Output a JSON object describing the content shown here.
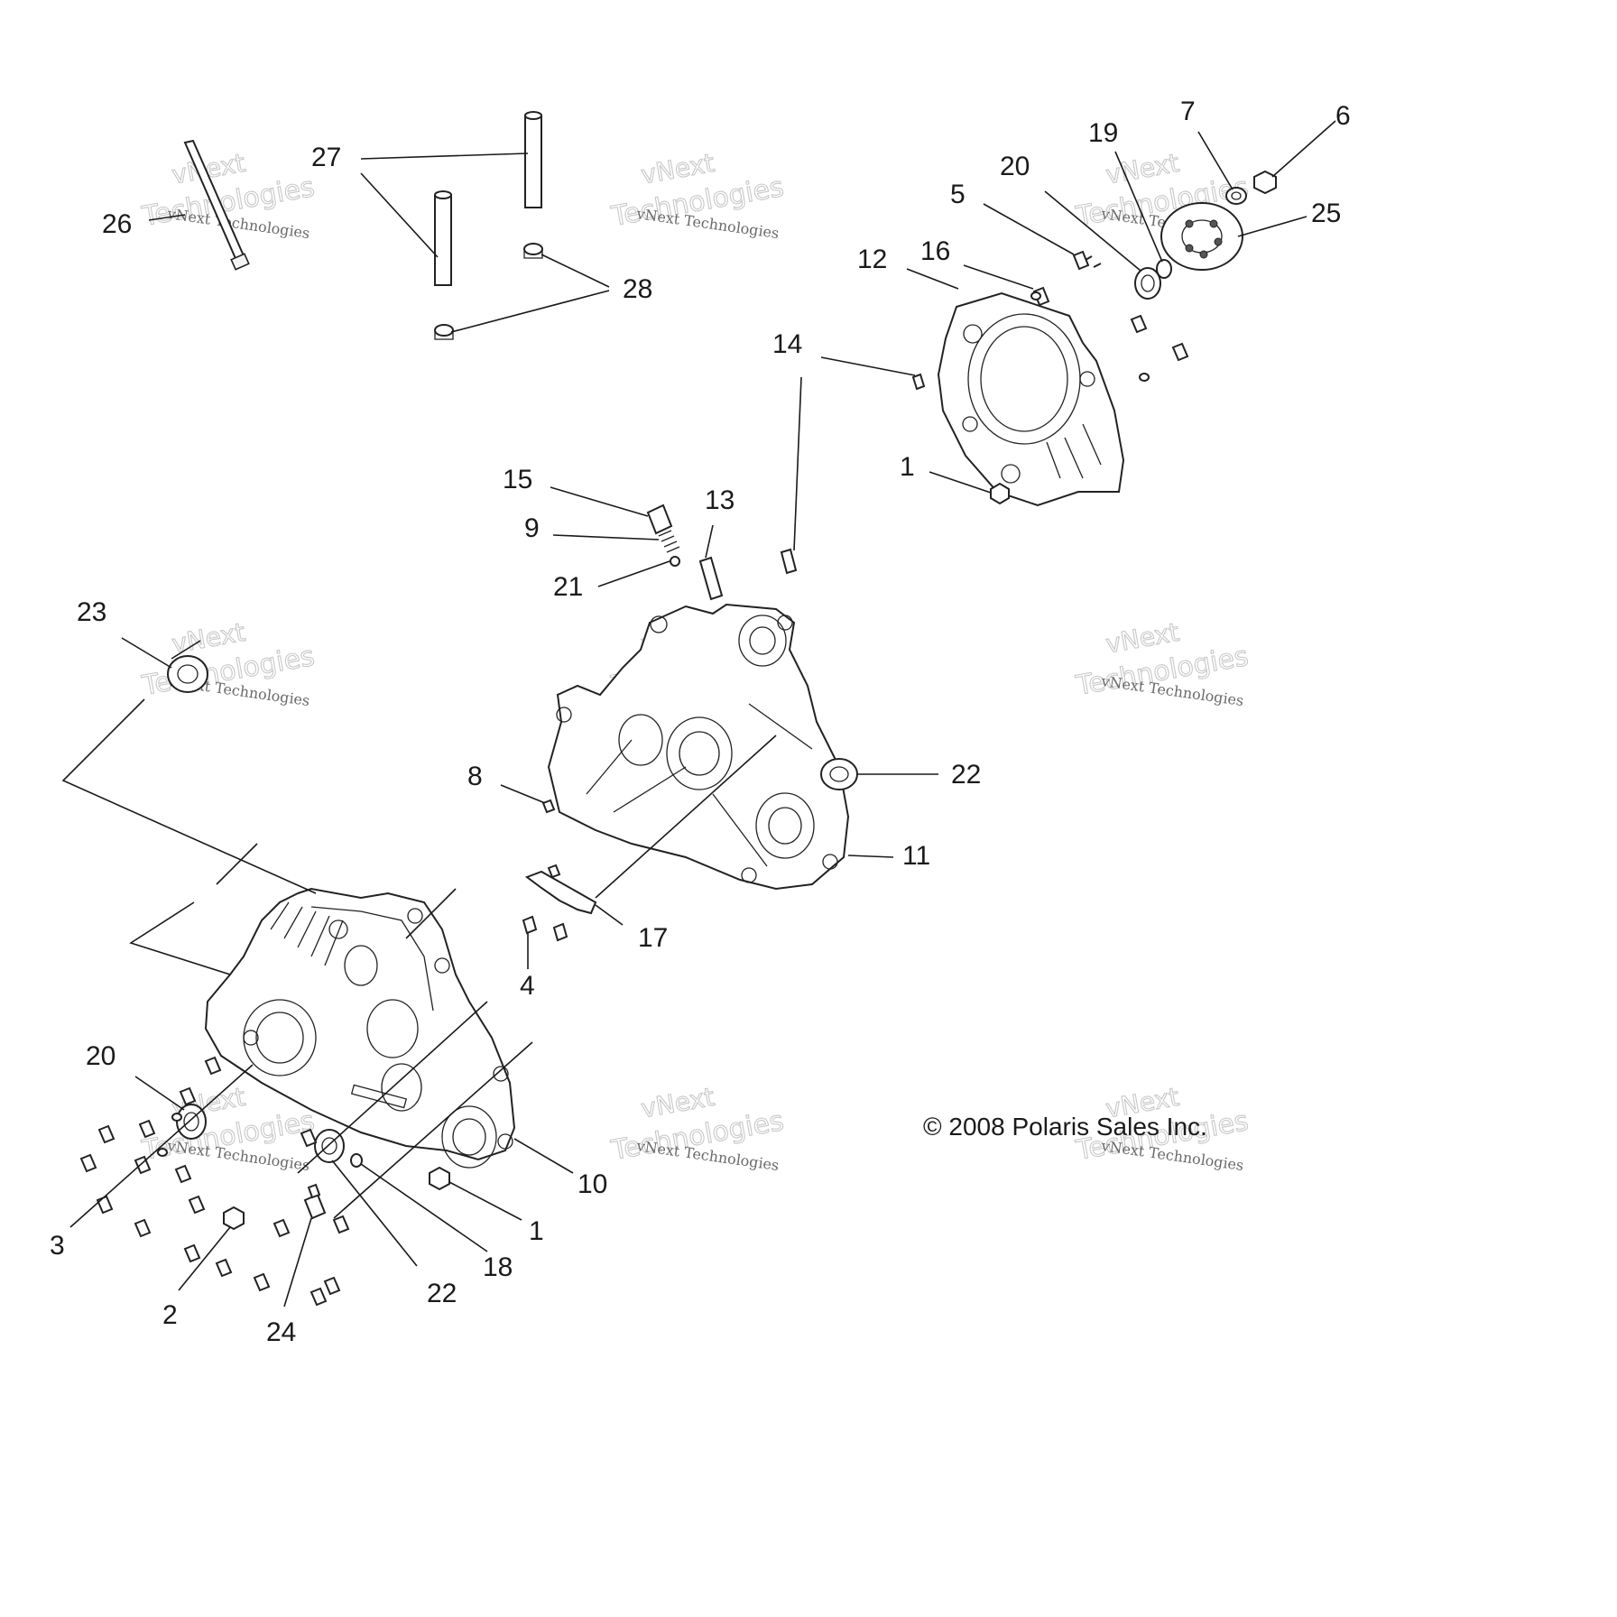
{
  "callouts": {
    "c1_top": "1",
    "c1_bottom": "1",
    "c2": "2",
    "c3": "3",
    "c4": "4",
    "c5": "5",
    "c6": "6",
    "c7": "7",
    "c8": "8",
    "c9": "9",
    "c10": "10",
    "c11": "11",
    "c12": "12",
    "c13": "13",
    "c14": "14",
    "c15": "15",
    "c16": "16",
    "c17": "17",
    "c18": "18",
    "c19": "19",
    "c20_top": "20",
    "c20_bottom": "20",
    "c21": "21",
    "c22_mid": "22",
    "c22_bottom": "22",
    "c23": "23",
    "c24": "24",
    "c25": "25",
    "c26": "26",
    "c27": "27",
    "c28": "28"
  },
  "copyright": "© 2008 Polaris Sales Inc.",
  "watermark": {
    "line1": "vNext Technologies",
    "line2": "Technologies",
    "line3": "vNext"
  }
}
